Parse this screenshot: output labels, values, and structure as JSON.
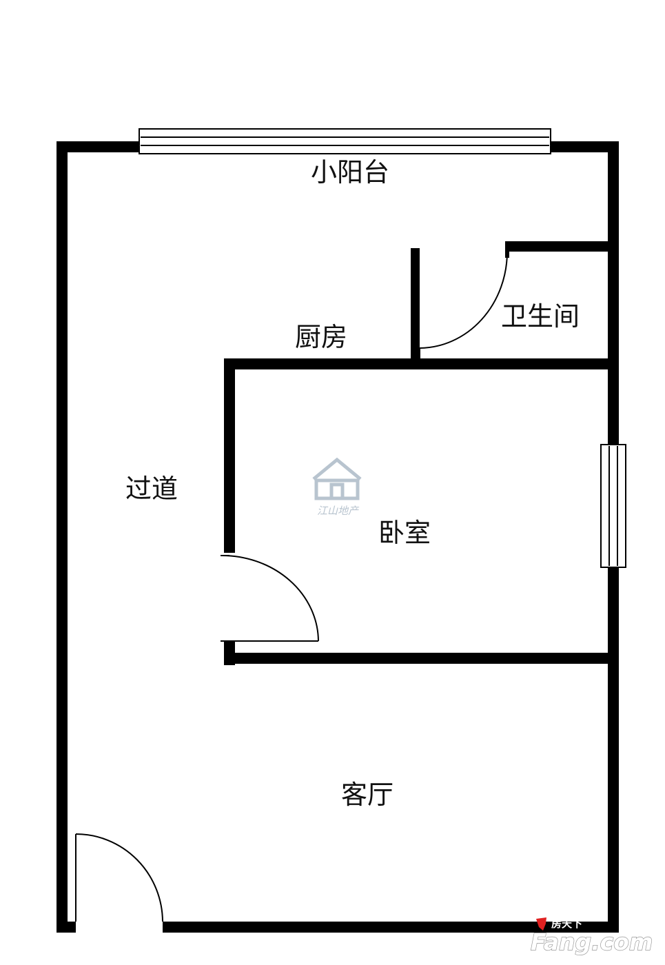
{
  "floorplan": {
    "rooms": {
      "balcony": "小阳台",
      "kitchen": "厨房",
      "bathroom": "卫生间",
      "corridor": "过道",
      "bedroom": "卧室",
      "living_room": "客厅"
    },
    "wall_color": "#000000",
    "window_color": "#ffffff"
  },
  "watermark": {
    "text": "江山地产",
    "color": "#b8c4cf"
  },
  "brand": {
    "name_cn": "房天下",
    "name_en": "Fang.com",
    "logo_color": "#e02020"
  }
}
